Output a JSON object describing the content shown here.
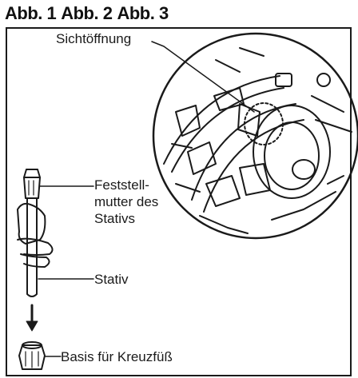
{
  "figure_labels": [
    "Abb. 1",
    "Abb. 2",
    "Abb. 3"
  ],
  "callouts": {
    "sight_window": "Sichtöffnung",
    "locking_nut": "Feststell-\nmutter des\nStativs",
    "tripod": "Stativ",
    "cross_foot_base": "Basis für Kreuzfüß"
  },
  "colors": {
    "line": "#1a1a1a",
    "background": "#ffffff"
  }
}
